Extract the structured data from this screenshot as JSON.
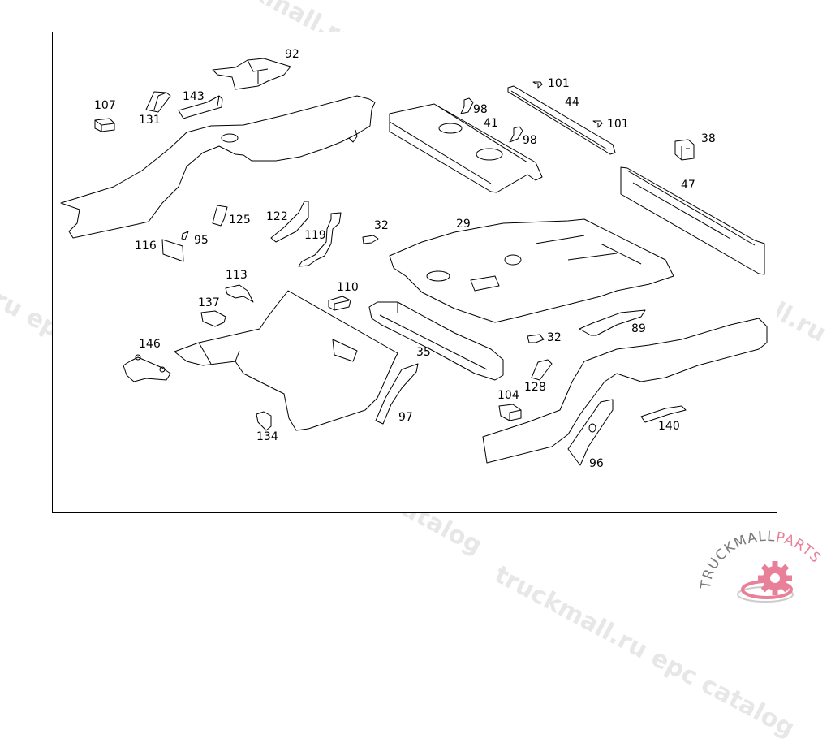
{
  "diagram": {
    "title": "Floor pan and frame parts exploded view",
    "callouts": [
      {
        "id": "92",
        "label": "92"
      },
      {
        "id": "107",
        "label": "107"
      },
      {
        "id": "131",
        "label": "131"
      },
      {
        "id": "143",
        "label": "143"
      },
      {
        "id": "98a",
        "label": "98"
      },
      {
        "id": "41",
        "label": "41"
      },
      {
        "id": "98b",
        "label": "98"
      },
      {
        "id": "101a",
        "label": "101"
      },
      {
        "id": "44",
        "label": "44"
      },
      {
        "id": "101b",
        "label": "101"
      },
      {
        "id": "38",
        "label": "38"
      },
      {
        "id": "47",
        "label": "47"
      },
      {
        "id": "125",
        "label": "125"
      },
      {
        "id": "122",
        "label": "122"
      },
      {
        "id": "32a",
        "label": "32"
      },
      {
        "id": "29",
        "label": "29"
      },
      {
        "id": "119",
        "label": "119"
      },
      {
        "id": "116",
        "label": "116"
      },
      {
        "id": "95",
        "label": "95"
      },
      {
        "id": "113",
        "label": "113"
      },
      {
        "id": "110",
        "label": "110"
      },
      {
        "id": "137",
        "label": "137"
      },
      {
        "id": "146",
        "label": "146"
      },
      {
        "id": "35",
        "label": "35"
      },
      {
        "id": "89",
        "label": "89"
      },
      {
        "id": "32b",
        "label": "32"
      },
      {
        "id": "128",
        "label": "128"
      },
      {
        "id": "104",
        "label": "104"
      },
      {
        "id": "97",
        "label": "97"
      },
      {
        "id": "134",
        "label": "134"
      },
      {
        "id": "140",
        "label": "140"
      },
      {
        "id": "96",
        "label": "96"
      }
    ]
  },
  "watermark": {
    "text": "truckmall.ru epc catalog",
    "color": "#c8c8c8"
  },
  "logo": {
    "text_dark": "TRUCKMALL",
    "text_accent": "PARTS",
    "dark_color": "#7a7a7a",
    "accent_color": "#e8809a",
    "icon": "gear-icon"
  }
}
